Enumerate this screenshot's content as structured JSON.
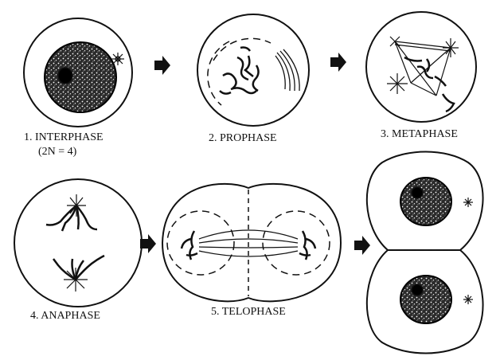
{
  "labels": {
    "interphase": "1. INTERPHASE",
    "interphase_sub": "(2N = 4)",
    "prophase": "2. PROPHASE",
    "metaphase": "3. METAPHASE",
    "anaphase": "4. ANAPHASE",
    "telophase": "5. TELOPHASE"
  },
  "colors": {
    "ink": "#111111",
    "paper": "#ffffff"
  }
}
